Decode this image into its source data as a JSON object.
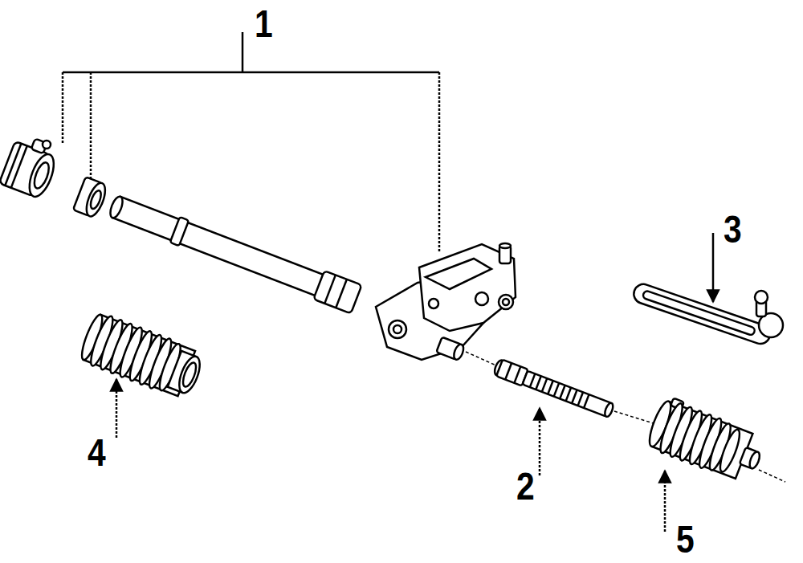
{
  "diagram": {
    "labels": [
      "1",
      "3",
      "4",
      "2",
      "5"
    ]
  }
}
